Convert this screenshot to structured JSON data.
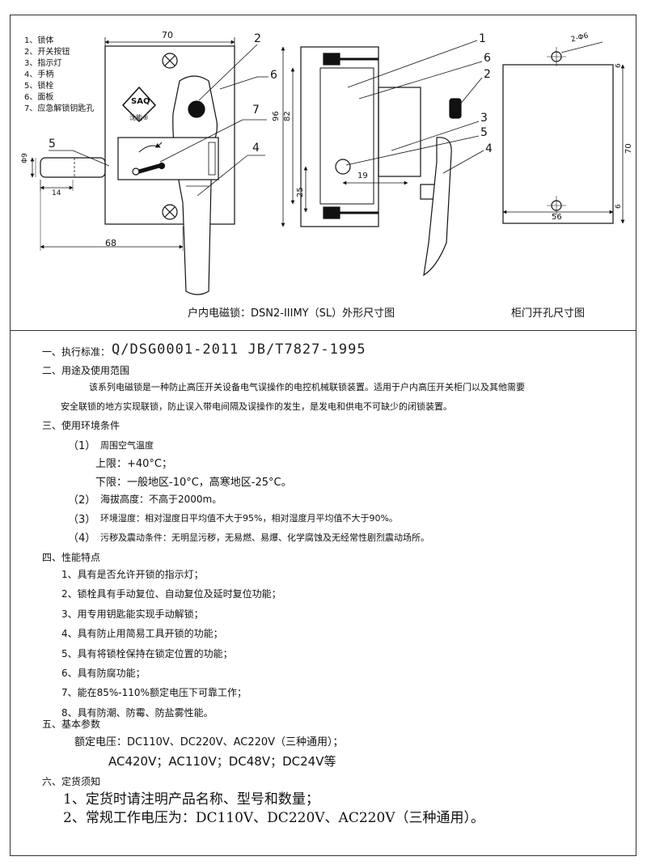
{
  "drawing": {
    "legend": [
      "1、锁体",
      "2、开关按钮",
      "3、指示灯",
      "4、手柄",
      "5、锁栓",
      "6、面板",
      "7、应急解锁钥匙孔"
    ],
    "front_view": {
      "dim_width": "70",
      "dim_offset": "68",
      "dim_bolt_dia": "Φ9",
      "dim_bolt_len": "14",
      "logo_text": "沈能®",
      "logo_letters": "SAQ",
      "callouts": {
        "c2": "2",
        "c5": "5",
        "c6": "6",
        "c7": "7",
        "c4": "4"
      }
    },
    "side_view": {
      "dim_height_outer": "96",
      "dim_height_inner": "82",
      "dim_25": "25",
      "dim_19": "19",
      "callouts": {
        "c1": "1",
        "c6": "6",
        "c2": "2",
        "c3": "3",
        "c5": "5",
        "c4": "4"
      }
    },
    "cutout_view": {
      "dim_hole": "2-Φ6",
      "dim_height": "70",
      "dim_width": "56",
      "dim_margin_top": "6",
      "dim_margin_bottom": "6"
    },
    "caption_main": "户内电磁锁：DSN2-IIIMY（SL）外形尺寸图",
    "caption_cutout": "柜门开孔尺寸图"
  },
  "spec": {
    "s1_title": "一、执行标准：",
    "s1_value": "Q/DSG0001-2011    JB/T7827-1995",
    "s2_title": "二、用途及使用范围",
    "s2_line1": "该系列电磁锁是一种防止高压开关设备电气误操作的电控机械联锁装置。适用于户内高压开关柜门以及其他需要",
    "s2_line2": "安全联锁的地方实现联锁，防止误入带电间隔及误操作的发生，是发电和供电不可缺少的闭锁装置。",
    "s3_title": "三、使用环境条件",
    "s3_1_num": "（1）",
    "s3_1_label": "周围空气温度",
    "s3_1_upper": "上限：+40°C；",
    "s3_1_lower": "下限：一般地区-10°C，高寒地区-25°C。",
    "s3_2_num": "（2）",
    "s3_2_text": "海拔高度：不高于2000m。",
    "s3_3_num": "（3）",
    "s3_3_text": "环境湿度：相对湿度日平均值不大于95%，相对湿度月平均值不大于90%。",
    "s3_4_num": "（4）",
    "s3_4_text": "污秽及震动条件：无明显污秽，无易燃、易爆、化学腐蚀及无经常性剧烈震动场所。",
    "s4_title": "四、性能特点",
    "s4_items": [
      "1、具有是否允许开锁的指示灯；",
      "2、锁栓具有手动复位、自动复位及延时复位功能；",
      "3、用专用钥匙能实现手动解锁；",
      "4、具有防止用简易工具开锁的功能；",
      "5、具有将锁栓保持在锁定位置的功能；",
      "6、具有防腐功能；",
      "7、能在85%-110%额定电压下可靠工作；",
      "8、具有防潮、防霉、防盐雾性能。"
    ],
    "s5_title": "五、基本参数",
    "s5_line1": "额定电压：DC110V、DC220V、AC220V（三种通用）；",
    "s5_line2": "AC420V；AC110V；DC48V；DC24V等",
    "s6_title": "六、定货须知",
    "s6_line1": "1、定货时请注明产品名称、型号和数量；",
    "s6_line2": "2、常规工作电压为：DC110V、DC220V、AC220V（三种通用）。"
  }
}
